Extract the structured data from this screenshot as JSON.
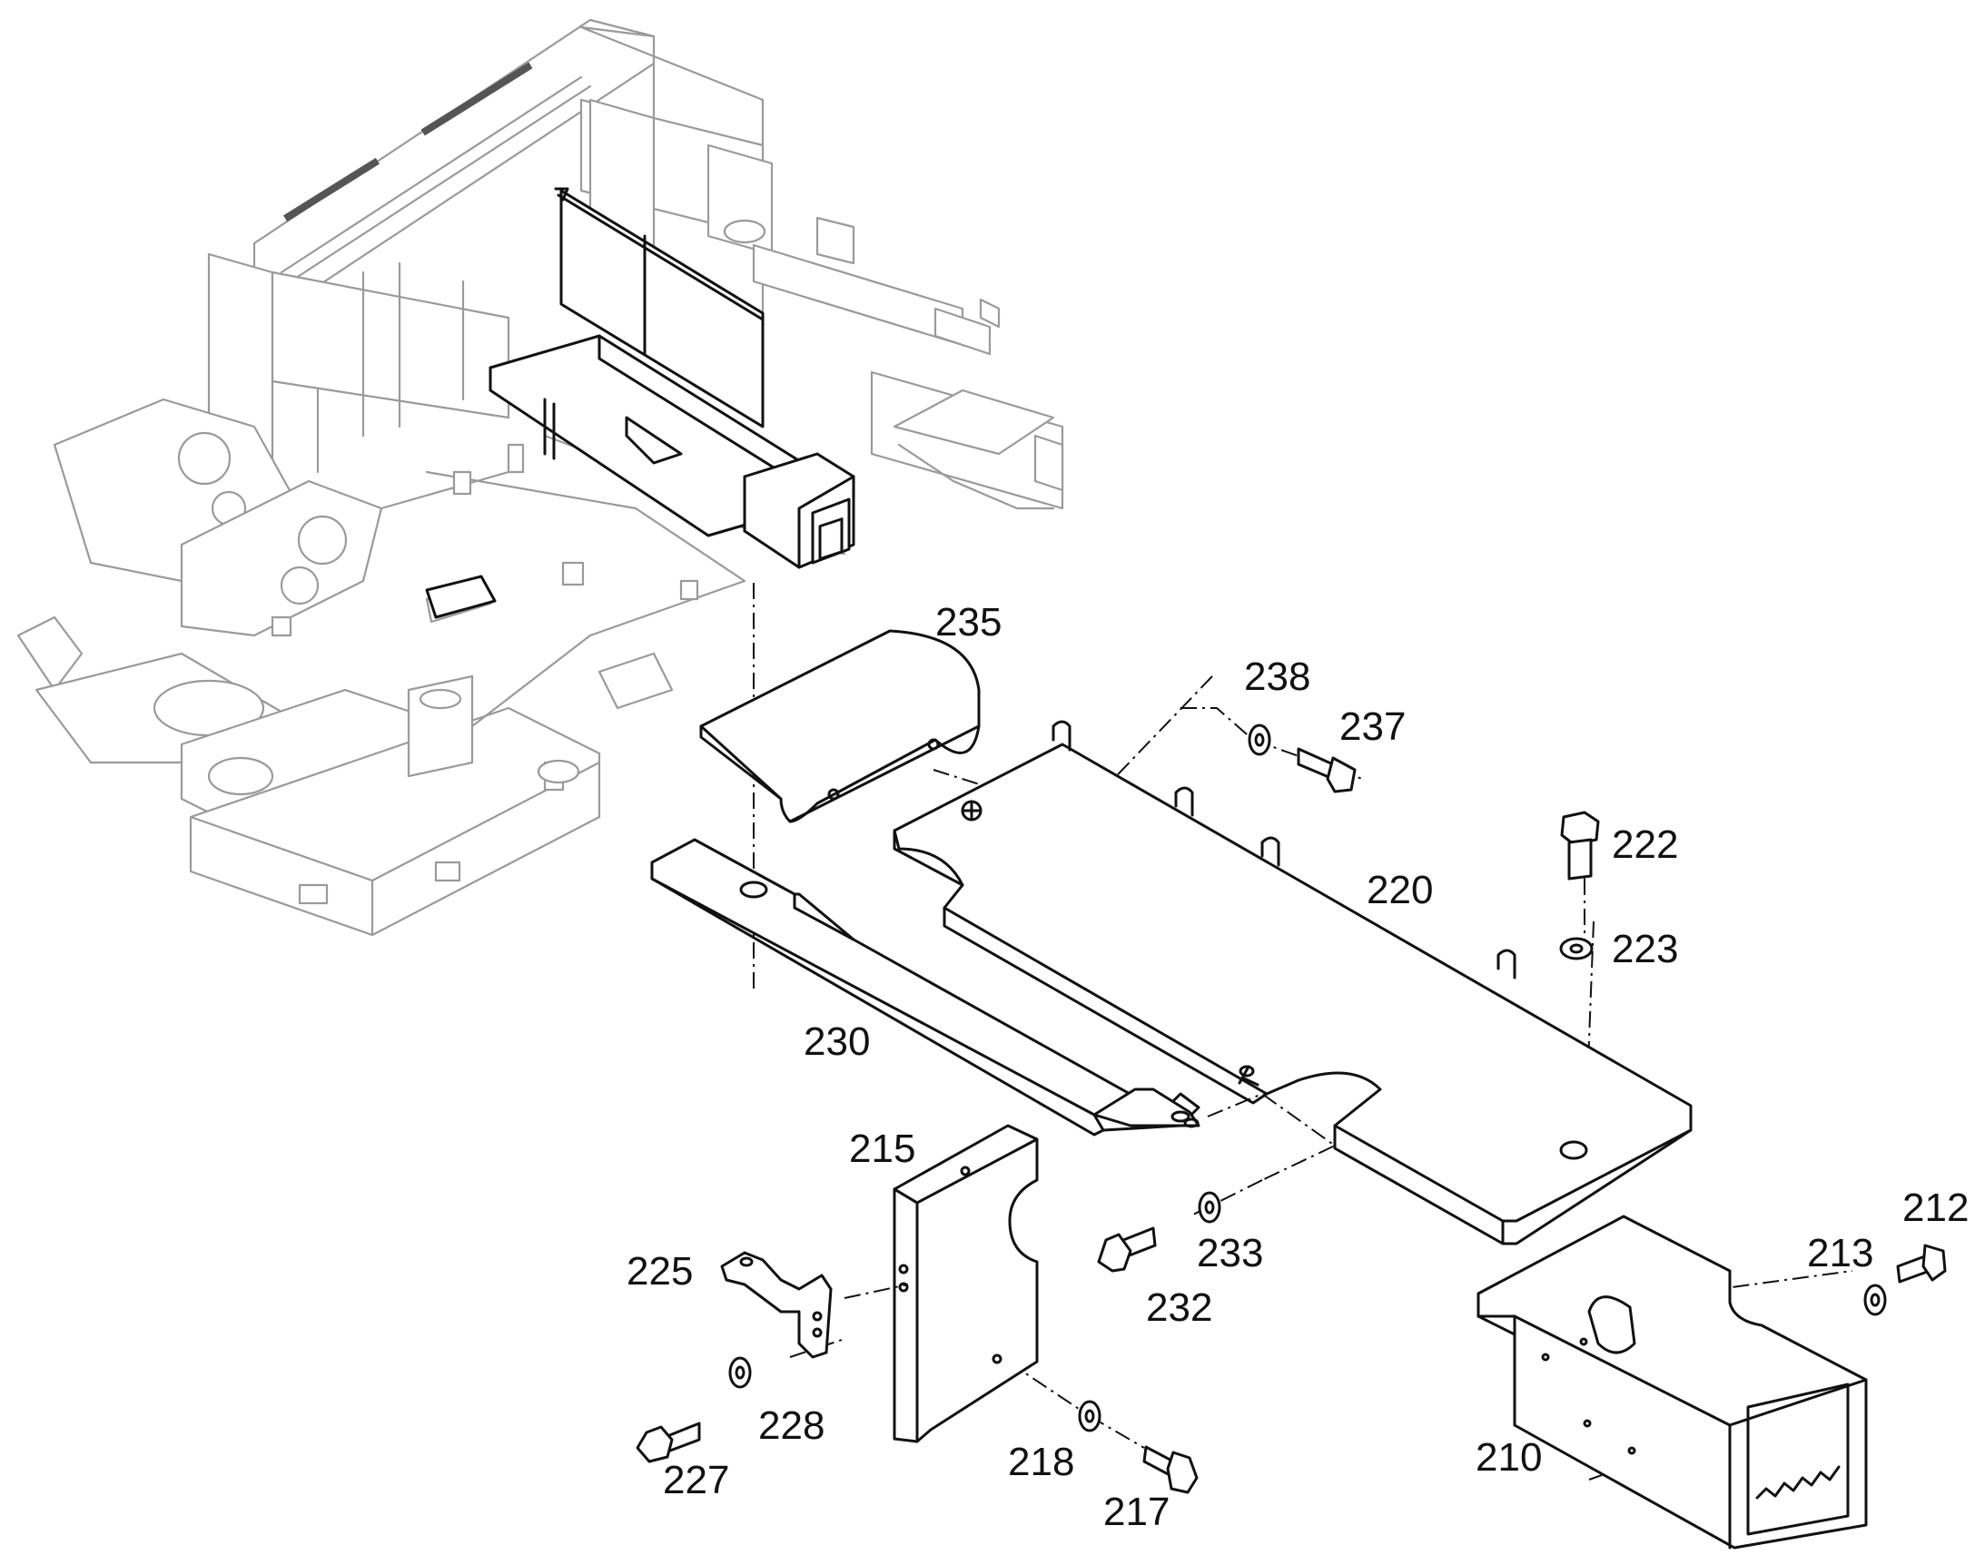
{
  "diagram": {
    "labels": {
      "p210": "210",
      "p212": "212",
      "p213": "213",
      "p215": "215",
      "p217": "217",
      "p218": "218",
      "p220": "220",
      "p222": "222",
      "p223": "223",
      "p225": "225",
      "p227": "227",
      "p228": "228",
      "p230": "230",
      "p232": "232",
      "p233": "233",
      "p235": "235",
      "p237": "237",
      "p238": "238"
    }
  }
}
